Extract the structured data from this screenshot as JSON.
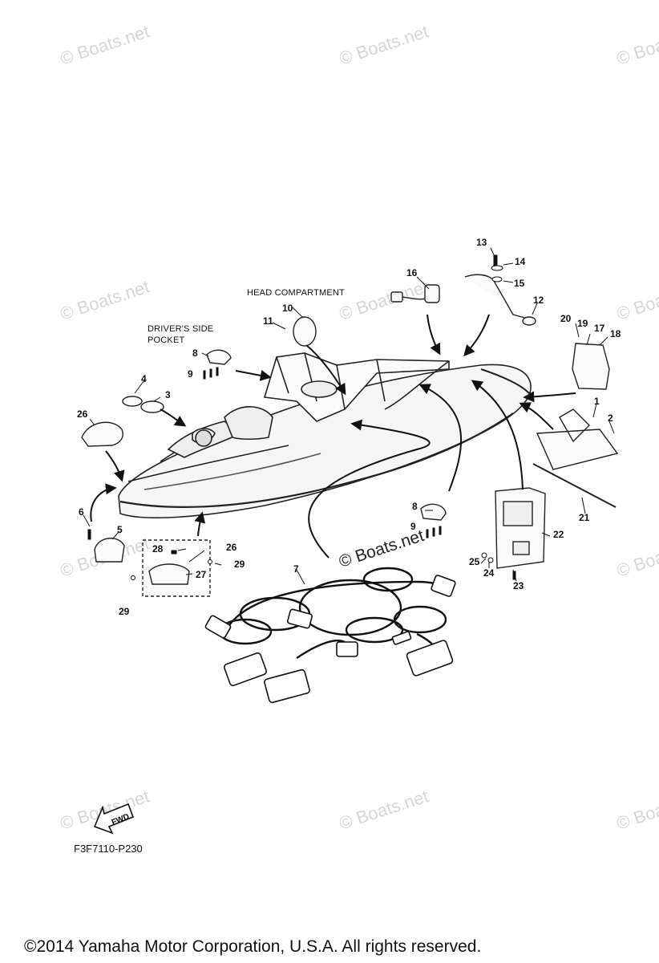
{
  "watermark": {
    "text": "© Boats.net",
    "color": "#d6d6d6",
    "center_text": "© Boats.net"
  },
  "labels": {
    "head_compartment": "HEAD COMPARTMENT",
    "drivers_side_line1": "DRIVER'S SIDE",
    "drivers_side_line2": "POCKET",
    "fwd": "FWD",
    "part_code": "F3F7110-P230",
    "copyright": "©2014 Yamaha Motor Corporation, U.S.A. All rights reserved."
  },
  "callouts": {
    "c1": "1",
    "c2": "2",
    "c3": "3",
    "c4": "4",
    "c5": "5",
    "c6": "6",
    "c7": "7",
    "c8a": "8",
    "c8b": "8",
    "c9a": "9",
    "c9b": "9",
    "c10": "10",
    "c11": "11",
    "c12": "12",
    "c13": "13",
    "c14": "14",
    "c15": "15",
    "c16": "16",
    "c17": "17",
    "c18": "18",
    "c19": "19",
    "c20": "20",
    "c21": "21",
    "c22": "22",
    "c23": "23",
    "c24": "24",
    "c25": "25",
    "c26a": "26",
    "c26b": "26",
    "c27": "27",
    "c28": "28",
    "c29a": "29",
    "c29b": "29"
  }
}
